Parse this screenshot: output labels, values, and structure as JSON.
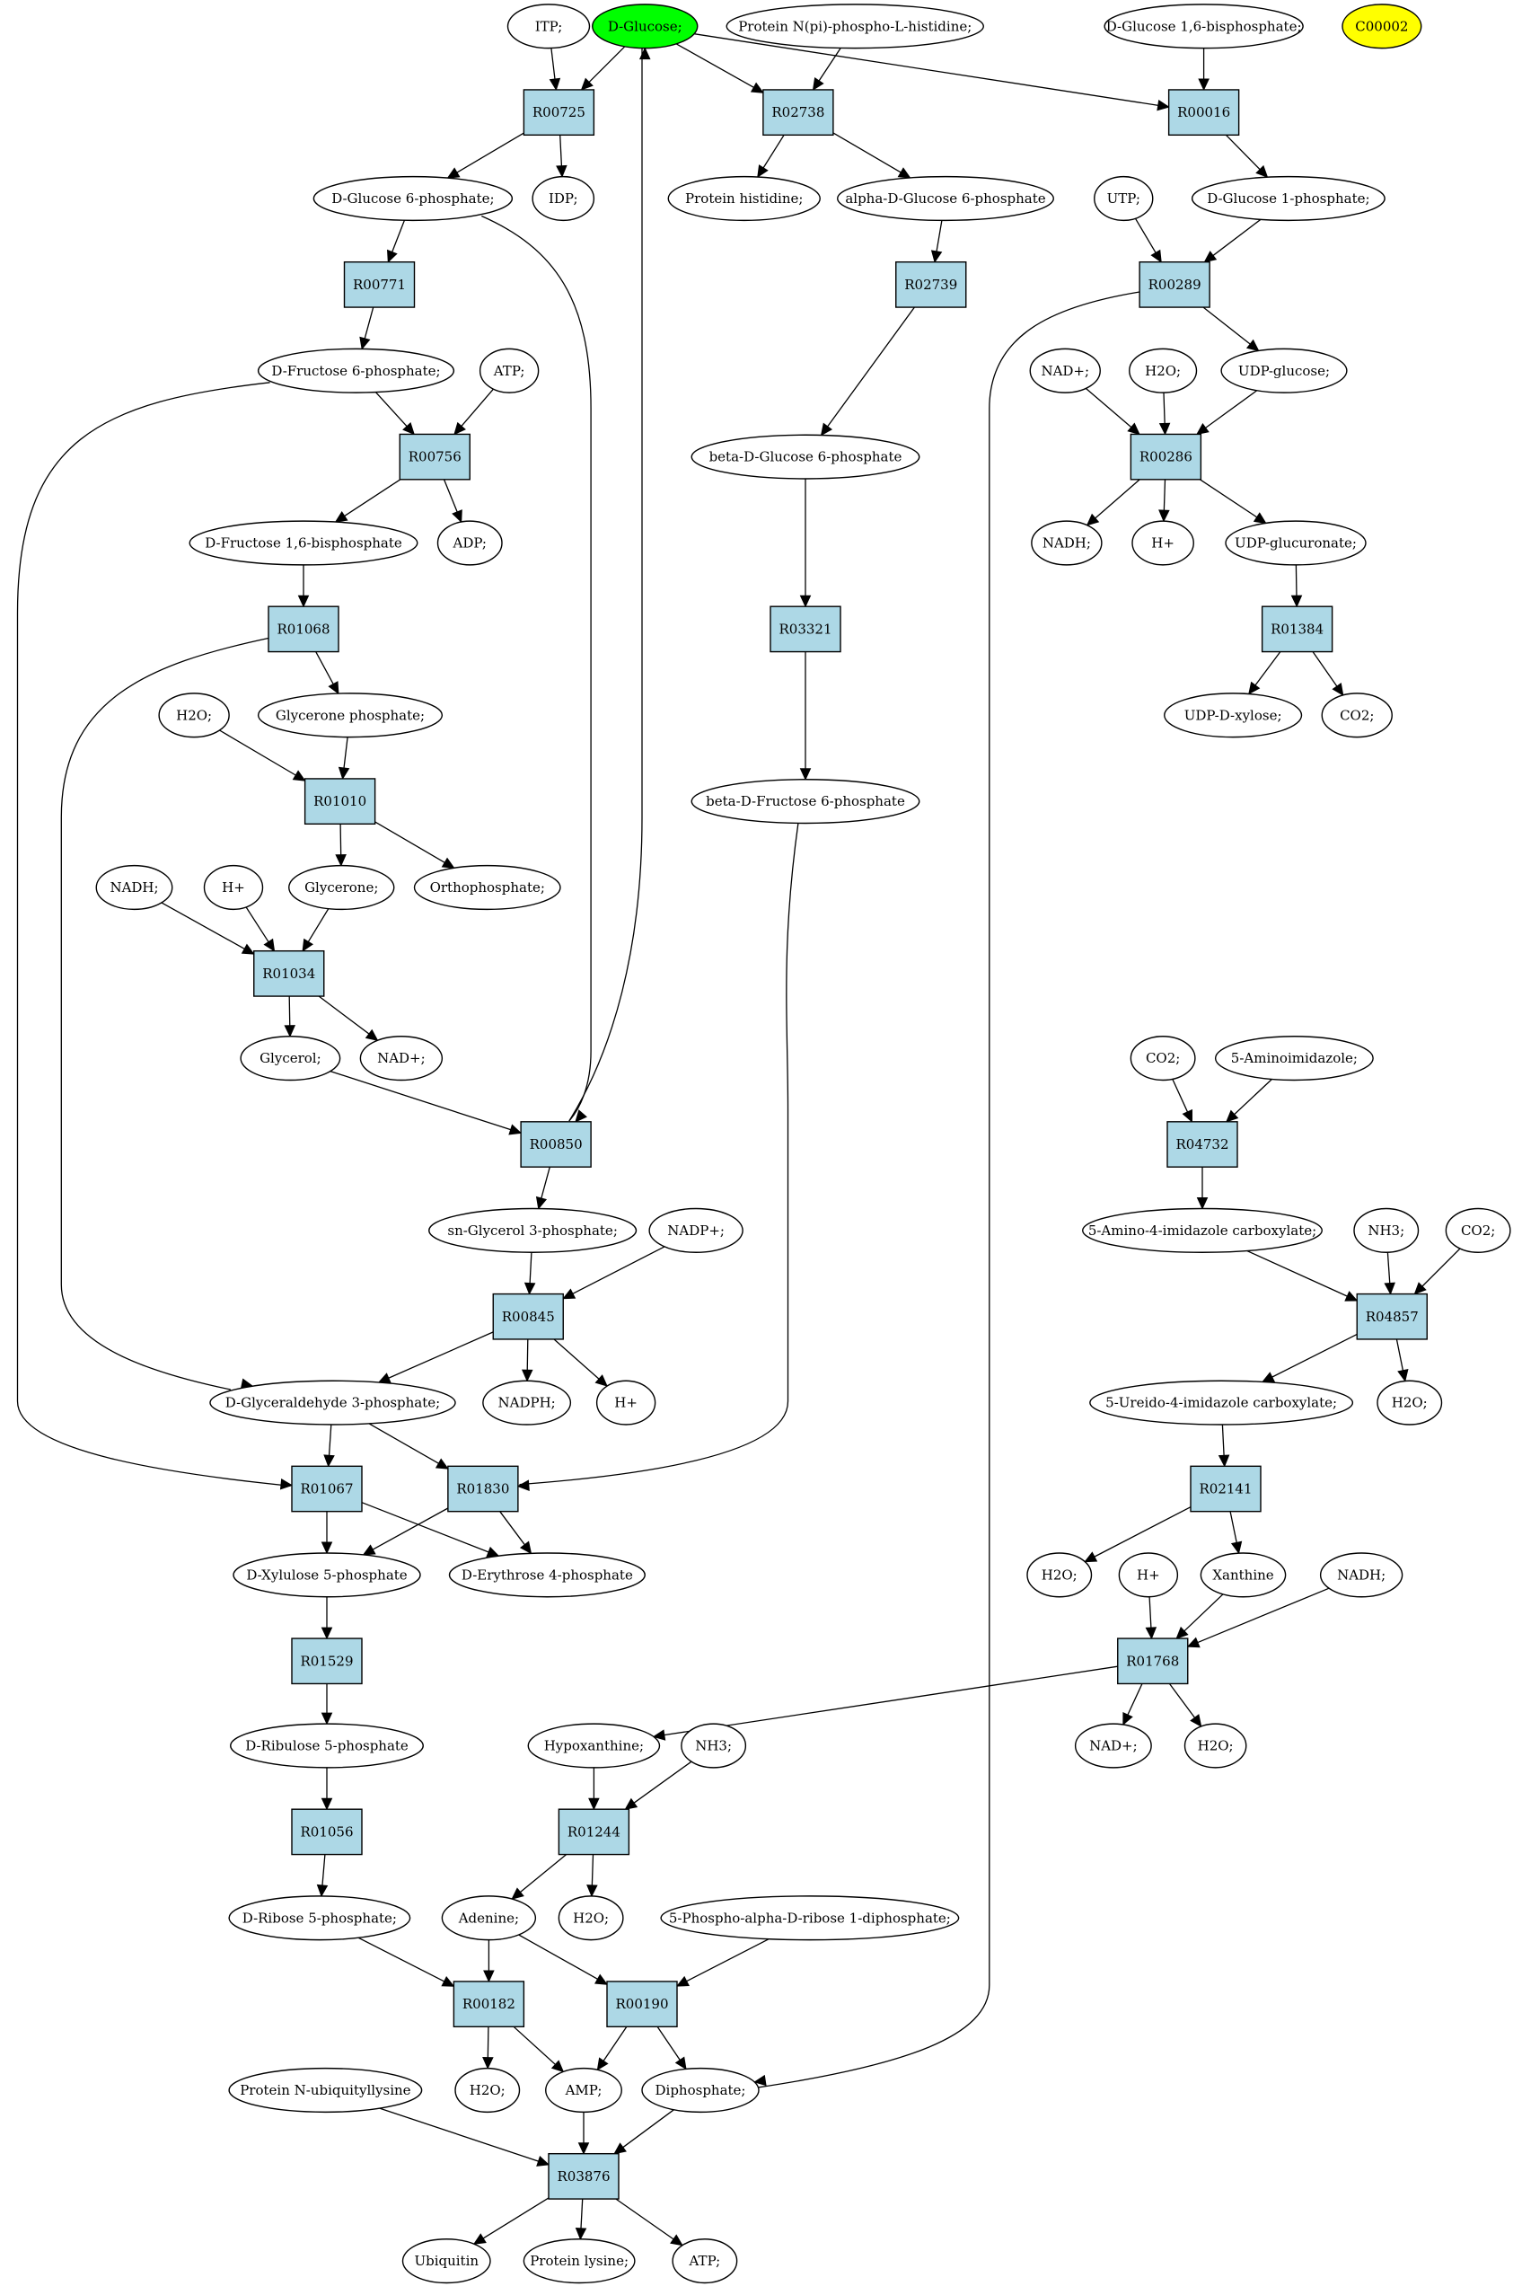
{
  "colors": {
    "reaction_fill": "#add8e6",
    "compound_fill": "#ffffff",
    "start_fill": "#00ff00",
    "highlight_fill": "#ffff00",
    "stroke": "#000000"
  },
  "nodes": [
    {
      "id": "itp",
      "label": "ITP;",
      "kind": "compound"
    },
    {
      "id": "dglucose",
      "label": "D-Glucose;",
      "kind": "compound",
      "fill": "start"
    },
    {
      "id": "protnpi",
      "label": "Protein N(pi)-phospho-L-histidine;",
      "kind": "compound"
    },
    {
      "id": "dgluc16bp",
      "label": "D-Glucose 1,6-bisphosphate;",
      "kind": "compound"
    },
    {
      "id": "c00002",
      "label": "C00002",
      "kind": "compound",
      "fill": "highlight"
    },
    {
      "id": "R00725",
      "label": "R00725",
      "kind": "reaction"
    },
    {
      "id": "R02738",
      "label": "R02738",
      "kind": "reaction"
    },
    {
      "id": "R00016",
      "label": "R00016",
      "kind": "reaction"
    },
    {
      "id": "dg6p",
      "label": "D-Glucose 6-phosphate;",
      "kind": "compound"
    },
    {
      "id": "idp",
      "label": "IDP;",
      "kind": "compound"
    },
    {
      "id": "prothis",
      "label": "Protein histidine;",
      "kind": "compound"
    },
    {
      "id": "adg6p",
      "label": "alpha-D-Glucose 6-phosphate",
      "kind": "compound"
    },
    {
      "id": "utp",
      "label": "UTP;",
      "kind": "compound"
    },
    {
      "id": "dg1p",
      "label": "D-Glucose 1-phosphate;",
      "kind": "compound"
    },
    {
      "id": "R00771",
      "label": "R00771",
      "kind": "reaction"
    },
    {
      "id": "R02739",
      "label": "R02739",
      "kind": "reaction"
    },
    {
      "id": "R00289",
      "label": "R00289",
      "kind": "reaction"
    },
    {
      "id": "df6p",
      "label": "D-Fructose 6-phosphate;",
      "kind": "compound"
    },
    {
      "id": "atp1",
      "label": "ATP;",
      "kind": "compound"
    },
    {
      "id": "nadp_plus1",
      "label": "NAD+;",
      "kind": "compound"
    },
    {
      "id": "h2o1",
      "label": "H2O;",
      "kind": "compound"
    },
    {
      "id": "udpglucose",
      "label": "UDP-glucose;",
      "kind": "compound"
    },
    {
      "id": "R00756",
      "label": "R00756",
      "kind": "reaction"
    },
    {
      "id": "bdg6p",
      "label": "beta-D-Glucose 6-phosphate",
      "kind": "compound"
    },
    {
      "id": "R00286",
      "label": "R00286",
      "kind": "reaction"
    },
    {
      "id": "df16bp",
      "label": "D-Fructose 1,6-bisphosphate",
      "kind": "compound"
    },
    {
      "id": "adp",
      "label": "ADP;",
      "kind": "compound"
    },
    {
      "id": "nadh1",
      "label": "NADH;",
      "kind": "compound"
    },
    {
      "id": "hplus1",
      "label": "H+",
      "kind": "compound"
    },
    {
      "id": "udpglucuronate",
      "label": "UDP-glucuronate;",
      "kind": "compound"
    },
    {
      "id": "R01068",
      "label": "R01068",
      "kind": "reaction"
    },
    {
      "id": "R03321",
      "label": "R03321",
      "kind": "reaction"
    },
    {
      "id": "R01384",
      "label": "R01384",
      "kind": "reaction"
    },
    {
      "id": "h2o2",
      "label": "H2O;",
      "kind": "compound"
    },
    {
      "id": "glyceronep",
      "label": "Glycerone phosphate;",
      "kind": "compound"
    },
    {
      "id": "udpxylose",
      "label": "UDP-D-xylose;",
      "kind": "compound"
    },
    {
      "id": "co2a",
      "label": "CO2;",
      "kind": "compound"
    },
    {
      "id": "R01010",
      "label": "R01010",
      "kind": "reaction"
    },
    {
      "id": "bdf6p",
      "label": "beta-D-Fructose 6-phosphate",
      "kind": "compound"
    },
    {
      "id": "nadh2",
      "label": "NADH;",
      "kind": "compound"
    },
    {
      "id": "hplus2",
      "label": "H+",
      "kind": "compound"
    },
    {
      "id": "glycerone",
      "label": "Glycerone;",
      "kind": "compound"
    },
    {
      "id": "orthop",
      "label": "Orthophosphate;",
      "kind": "compound"
    },
    {
      "id": "R01034",
      "label": "R01034",
      "kind": "reaction"
    },
    {
      "id": "glycerol",
      "label": "Glycerol;",
      "kind": "compound"
    },
    {
      "id": "nadplus2",
      "label": "NAD+;",
      "kind": "compound"
    },
    {
      "id": "co2b",
      "label": "CO2;",
      "kind": "compound"
    },
    {
      "id": "aminoimid",
      "label": "5-Aminoimidazole;",
      "kind": "compound"
    },
    {
      "id": "R00850",
      "label": "R00850",
      "kind": "reaction"
    },
    {
      "id": "R04732",
      "label": "R04732",
      "kind": "reaction"
    },
    {
      "id": "snglyc3p",
      "label": "sn-Glycerol 3-phosphate;",
      "kind": "compound"
    },
    {
      "id": "nadpplus",
      "label": "NADP+;",
      "kind": "compound"
    },
    {
      "id": "amimidcarb",
      "label": "5-Amino-4-imidazole carboxylate;",
      "kind": "compound"
    },
    {
      "id": "nh3a",
      "label": "NH3;",
      "kind": "compound"
    },
    {
      "id": "co2c",
      "label": "CO2;",
      "kind": "compound"
    },
    {
      "id": "R00845",
      "label": "R00845",
      "kind": "reaction"
    },
    {
      "id": "R04857",
      "label": "R04857",
      "kind": "reaction"
    },
    {
      "id": "dga3p",
      "label": "D-Glyceraldehyde 3-phosphate;",
      "kind": "compound"
    },
    {
      "id": "nadph",
      "label": "NADPH;",
      "kind": "compound"
    },
    {
      "id": "hplus3",
      "label": "H+",
      "kind": "compound"
    },
    {
      "id": "ureidoimid",
      "label": "5-Ureido-4-imidazole carboxylate;",
      "kind": "compound"
    },
    {
      "id": "h2o3",
      "label": "H2O;",
      "kind": "compound"
    },
    {
      "id": "R01067",
      "label": "R01067",
      "kind": "reaction"
    },
    {
      "id": "R01830",
      "label": "R01830",
      "kind": "reaction"
    },
    {
      "id": "R02141",
      "label": "R02141",
      "kind": "reaction"
    },
    {
      "id": "dx5p",
      "label": "D-Xylulose 5-phosphate",
      "kind": "compound"
    },
    {
      "id": "de4p",
      "label": "D-Erythrose 4-phosphate",
      "kind": "compound"
    },
    {
      "id": "h2o4",
      "label": "H2O;",
      "kind": "compound"
    },
    {
      "id": "hplus4",
      "label": "H+",
      "kind": "compound"
    },
    {
      "id": "xanthine",
      "label": "Xanthine",
      "kind": "compound"
    },
    {
      "id": "nadh3",
      "label": "NADH;",
      "kind": "compound"
    },
    {
      "id": "R01529",
      "label": "R01529",
      "kind": "reaction"
    },
    {
      "id": "R01768",
      "label": "R01768",
      "kind": "reaction"
    },
    {
      "id": "dr5p",
      "label": "D-Ribulose 5-phosphate",
      "kind": "compound"
    },
    {
      "id": "hypoxanthine",
      "label": "Hypoxanthine;",
      "kind": "compound"
    },
    {
      "id": "nh3b",
      "label": "NH3;",
      "kind": "compound"
    },
    {
      "id": "nadplus3",
      "label": "NAD+;",
      "kind": "compound"
    },
    {
      "id": "h2o5",
      "label": "H2O;",
      "kind": "compound"
    },
    {
      "id": "R01056",
      "label": "R01056",
      "kind": "reaction"
    },
    {
      "id": "R01244",
      "label": "R01244",
      "kind": "reaction"
    },
    {
      "id": "dribose5p",
      "label": "D-Ribose 5-phosphate;",
      "kind": "compound"
    },
    {
      "id": "adenine",
      "label": "Adenine;",
      "kind": "compound"
    },
    {
      "id": "h2o6",
      "label": "H2O;",
      "kind": "compound"
    },
    {
      "id": "prpp",
      "label": "5-Phospho-alpha-D-ribose 1-diphosphate;",
      "kind": "compound"
    },
    {
      "id": "R00182",
      "label": "R00182",
      "kind": "reaction"
    },
    {
      "id": "R00190",
      "label": "R00190",
      "kind": "reaction"
    },
    {
      "id": "protnubiq",
      "label": "Protein N-ubiquityllysine",
      "kind": "compound"
    },
    {
      "id": "h2o7",
      "label": "H2O;",
      "kind": "compound"
    },
    {
      "id": "amp",
      "label": "AMP;",
      "kind": "compound"
    },
    {
      "id": "diphosphate",
      "label": "Diphosphate;",
      "kind": "compound"
    },
    {
      "id": "R03876",
      "label": "R03876",
      "kind": "reaction"
    },
    {
      "id": "ubiquitin",
      "label": "Ubiquitin",
      "kind": "compound"
    },
    {
      "id": "protlys",
      "label": "Protein lysine;",
      "kind": "compound"
    },
    {
      "id": "atp2",
      "label": "ATP;",
      "kind": "compound"
    }
  ],
  "edges": [
    [
      "itp",
      "R00725"
    ],
    [
      "dglucose",
      "R00725"
    ],
    [
      "dglucose",
      "R02738"
    ],
    [
      "protnpi",
      "R02738"
    ],
    [
      "dglucose",
      "R00016"
    ],
    [
      "dgluc16bp",
      "R00016"
    ],
    [
      "R00725",
      "dg6p"
    ],
    [
      "R00725",
      "idp"
    ],
    [
      "R02738",
      "prothis"
    ],
    [
      "R02738",
      "adg6p"
    ],
    [
      "R00016",
      "dg1p"
    ],
    [
      "dg6p",
      "R00771"
    ],
    [
      "adg6p",
      "R02739"
    ],
    [
      "utp",
      "R00289"
    ],
    [
      "dg1p",
      "R00289"
    ],
    [
      "R00771",
      "df6p"
    ],
    [
      "R02739",
      "bdg6p"
    ],
    [
      "R00289",
      "udpglucose"
    ],
    [
      "df6p",
      "R00756"
    ],
    [
      "atp1",
      "R00756"
    ],
    [
      "nadp_plus1",
      "R00286"
    ],
    [
      "h2o1",
      "R00286"
    ],
    [
      "udpglucose",
      "R00286"
    ],
    [
      "R00756",
      "df16bp"
    ],
    [
      "R00756",
      "adp"
    ],
    [
      "R00286",
      "nadh1"
    ],
    [
      "R00286",
      "hplus1"
    ],
    [
      "R00286",
      "udpglucuronate"
    ],
    [
      "df16bp",
      "R01068"
    ],
    [
      "bdg6p",
      "R03321"
    ],
    [
      "udpglucuronate",
      "R01384"
    ],
    [
      "R01068",
      "glyceronep"
    ],
    [
      "R03321",
      "bdf6p"
    ],
    [
      "R01384",
      "udpxylose"
    ],
    [
      "R01384",
      "co2a"
    ],
    [
      "h2o2",
      "R01010"
    ],
    [
      "glyceronep",
      "R01010"
    ],
    [
      "R01010",
      "glycerone"
    ],
    [
      "R01010",
      "orthop"
    ],
    [
      "nadh2",
      "R01034"
    ],
    [
      "hplus2",
      "R01034"
    ],
    [
      "glycerone",
      "R01034"
    ],
    [
      "R01034",
      "glycerol"
    ],
    [
      "R01034",
      "nadplus2"
    ],
    [
      "glycerol",
      "R00850"
    ],
    [
      "dg6p",
      "R00850"
    ],
    [
      "R00850",
      "dglucose"
    ],
    [
      "R00850",
      "snglyc3p"
    ],
    [
      "co2b",
      "R04732"
    ],
    [
      "aminoimid",
      "R04732"
    ],
    [
      "R04732",
      "amimidcarb"
    ],
    [
      "snglyc3p",
      "R00845"
    ],
    [
      "nadpplus",
      "R00845"
    ],
    [
      "amimidcarb",
      "R04857"
    ],
    [
      "nh3a",
      "R04857"
    ],
    [
      "co2c",
      "R04857"
    ],
    [
      "R00845",
      "dga3p"
    ],
    [
      "R00845",
      "nadph"
    ],
    [
      "R00845",
      "hplus3"
    ],
    [
      "R04857",
      "ureidoimid"
    ],
    [
      "R04857",
      "h2o3"
    ],
    [
      "R01068",
      "dga3p"
    ],
    [
      "dga3p",
      "R01067"
    ],
    [
      "df6p",
      "R01067"
    ],
    [
      "dga3p",
      "R01830"
    ],
    [
      "bdf6p",
      "R01830"
    ],
    [
      "ureidoimid",
      "R02141"
    ],
    [
      "R01067",
      "dx5p"
    ],
    [
      "R01067",
      "de4p"
    ],
    [
      "R01830",
      "dx5p"
    ],
    [
      "R01830",
      "de4p"
    ],
    [
      "R02141",
      "h2o4"
    ],
    [
      "R02141",
      "xanthine"
    ],
    [
      "hplus4",
      "R01768"
    ],
    [
      "xanthine",
      "R01768"
    ],
    [
      "nadh3",
      "R01768"
    ],
    [
      "dx5p",
      "R01529"
    ],
    [
      "R01529",
      "dr5p"
    ],
    [
      "R01768",
      "hypoxanthine"
    ],
    [
      "R01768",
      "nadplus3"
    ],
    [
      "R01768",
      "h2o5"
    ],
    [
      "dr5p",
      "R01056"
    ],
    [
      "hypoxanthine",
      "R01244"
    ],
    [
      "nh3b",
      "R01244"
    ],
    [
      "R01056",
      "dribose5p"
    ],
    [
      "R01244",
      "adenine"
    ],
    [
      "R01244",
      "h2o6"
    ],
    [
      "dribose5p",
      "R00182"
    ],
    [
      "adenine",
      "R00182"
    ],
    [
      "adenine",
      "R00190"
    ],
    [
      "prpp",
      "R00190"
    ],
    [
      "R00182",
      "h2o7"
    ],
    [
      "R00182",
      "amp"
    ],
    [
      "R00190",
      "amp"
    ],
    [
      "R00190",
      "diphosphate"
    ],
    [
      "R00289",
      "diphosphate"
    ],
    [
      "protnubiq",
      "R03876"
    ],
    [
      "amp",
      "R03876"
    ],
    [
      "diphosphate",
      "R03876"
    ],
    [
      "R03876",
      "ubiquitin"
    ],
    [
      "R03876",
      "protlys"
    ],
    [
      "R03876",
      "atp2"
    ]
  ]
}
